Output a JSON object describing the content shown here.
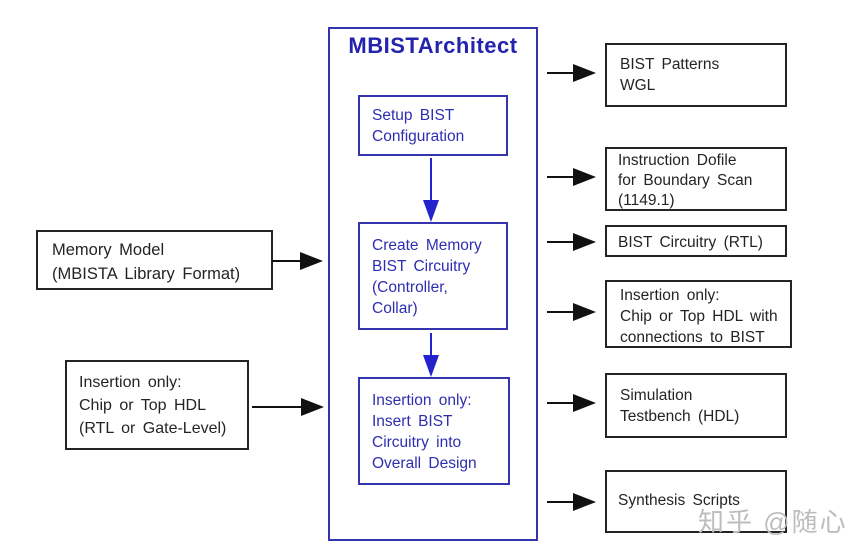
{
  "diagram": {
    "title": "MBISTArchitect",
    "steps": [
      {
        "label": "Setup BIST\nConfiguration"
      },
      {
        "label": "Create Memory\nBIST Circuitry\n(Controller,\nCollar)"
      },
      {
        "label": "Insertion only:\nInsert BIST\nCircuitry into\nOverall Design"
      }
    ],
    "inputs": [
      {
        "label": "Memory Model\n(MBISTA Library Format)"
      },
      {
        "label": "Insertion only:\nChip or Top HDL\n(RTL or Gate-Level)"
      }
    ],
    "outputs": [
      {
        "label": "BIST Patterns\nWGL"
      },
      {
        "label": "Instruction Dofile\nfor Boundary Scan\n(1149.1)"
      },
      {
        "label": "BIST Circuitry (RTL)"
      },
      {
        "label": "Insertion only:\nChip or Top HDL with\nconnections to BIST"
      },
      {
        "label": "Simulation\nTestbench (HDL)"
      },
      {
        "label": "Synthesis Scripts"
      }
    ],
    "watermark": "知乎 @随心",
    "colors": {
      "flow_blue": "#2e2eb0",
      "arrow_blue": "#2323cd",
      "box_black": "#242424",
      "watermark_gray": "#bdbdbd"
    }
  }
}
